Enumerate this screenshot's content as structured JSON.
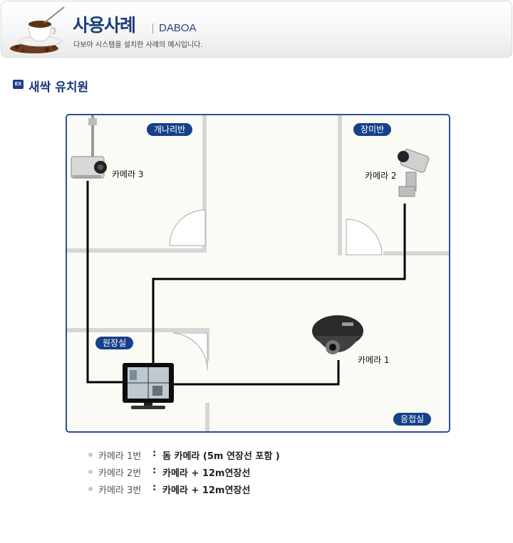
{
  "header": {
    "title": "사용사례",
    "brand": "DABOA",
    "description": "다보아 시스템을 설치한 사례의 예시입니다."
  },
  "section": {
    "badge": "EX",
    "title": "새싹 유치원"
  },
  "floorplan": {
    "rooms": {
      "room1": "개나리반",
      "room2": "장미반",
      "room3": "원장실",
      "room4": "응접실"
    },
    "cameras": {
      "cam1": "카메라 1",
      "cam2": "카메라 2",
      "cam3": "카메라 3"
    },
    "colors": {
      "frame": "#2c4d9a",
      "tag": "#17408a",
      "wall": "#d6d6d6",
      "cable": "#000000"
    }
  },
  "specs": [
    {
      "name": "카메라 1번",
      "value": "돔 카메라 (5m 연장선 포함 )"
    },
    {
      "name": "카메라 2번",
      "value": "카메라 + 12m연장선"
    },
    {
      "name": "카메라 3번",
      "value": "카메라 + 12m연장선"
    }
  ]
}
